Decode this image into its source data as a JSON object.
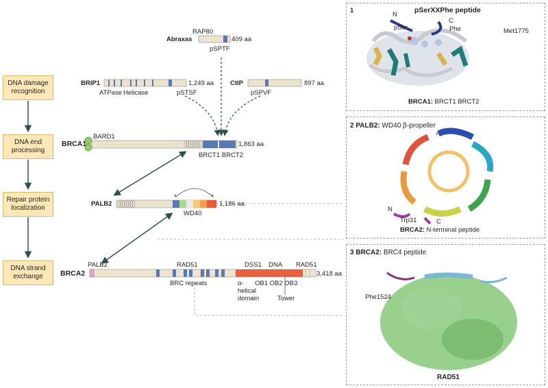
{
  "flow_steps": [
    "DNA damage recognition",
    "DNA end processing",
    "Repair protein localization",
    "DNA strand exchange"
  ],
  "proteins": {
    "abraxas": {
      "name": "Abraxas",
      "length": "409 aa",
      "top_label": "RAP80",
      "motif": "pSPTF"
    },
    "brip1": {
      "name": "BRIP1",
      "length": "1,249 aa",
      "domains": [
        "ATPase",
        "Helicase"
      ],
      "motif": "pSTSF"
    },
    "ctip": {
      "name": "CtIP",
      "length": "897 aa",
      "motif": "pSPVF"
    },
    "brca1": {
      "name": "BRCA1",
      "length": "1,863 aa",
      "partner": "BARD1",
      "domains": "BRCT1 BRCT2"
    },
    "palb2": {
      "name": "PALB2",
      "length": "1,186 aa",
      "domain": "WD40",
      "star": "*"
    },
    "brca2": {
      "name": "BRCA2",
      "length": "3,418 aa",
      "partner_left": "PALB2",
      "rad51_left": "RAD51",
      "dss1": "DSS1",
      "dna": "DNA",
      "rad51_right": "RAD51",
      "brc_repeats": "BRC repeats",
      "ob_labels": "OB1 OB2 OB3",
      "helical": [
        "α-",
        "helical",
        "domain"
      ],
      "tower": "Tower"
    }
  },
  "panels": [
    {
      "number": "1",
      "title": "pSerXXPhe peptide",
      "labels": {
        "n": "N",
        "c": "C",
        "pser": "pSer",
        "phe": "Phe",
        "met": "Met1775"
      },
      "caption_bold": "BRCA1:",
      "caption_rest": " BRCT1 BRCT2"
    },
    {
      "number": "2",
      "title_bold": "PALB2:",
      "title_rest": " WD40 β-propeller",
      "labels": {
        "n": "N",
        "c": "C",
        "trp": "Trp31",
        "star": "*"
      },
      "caption_bold": "BRCA2:",
      "caption_rest": " N-terminal peptide"
    },
    {
      "number": "3",
      "title_bold": "BRCA2:",
      "title_rest": " BRC4 peptide",
      "labels": {
        "phe": "Phe1524"
      },
      "caption_bold": "RAD51"
    }
  ],
  "colors": {
    "bar_fill": "#ece4cf",
    "domain_blue": "#5a78b4",
    "flow_box": "#fde9b8",
    "arrow": "#2f4f4f",
    "dna_binding": "#e8603c",
    "n_term_pink": "#e7a6c8"
  }
}
